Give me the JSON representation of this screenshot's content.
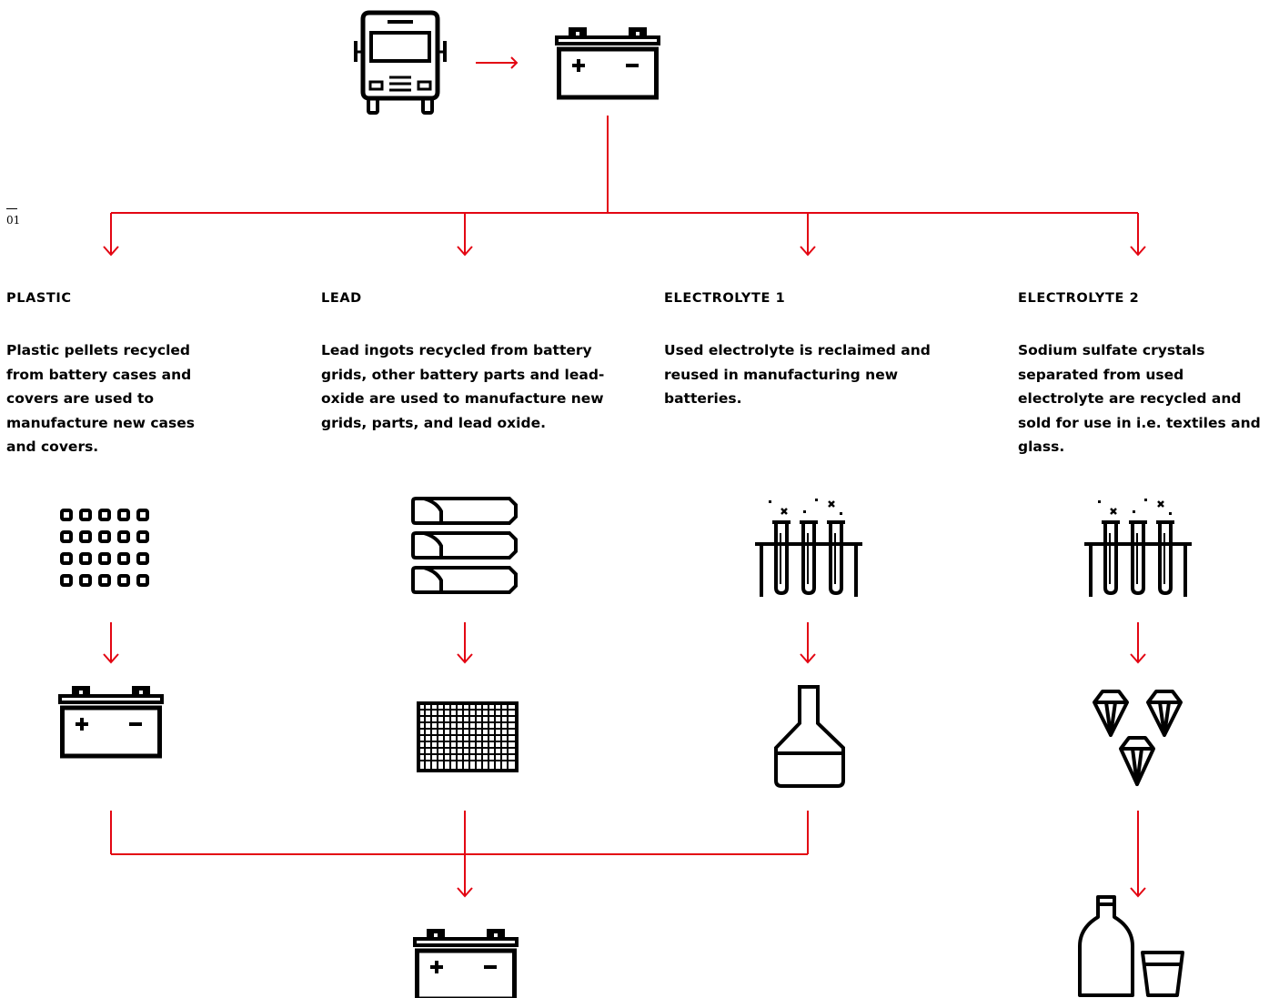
{
  "figure_marker": "01",
  "columns": [
    {
      "title": "PLASTIC",
      "description": "Plastic pellets recycled from battery cases and covers are used to manufacture new cases and covers."
    },
    {
      "title": "LEAD",
      "description": "Lead ingots recycled from battery grids, other battery parts and lead-oxide are used to manufacture new grids, parts, and lead oxide."
    },
    {
      "title": "ELECTROLYTE 1",
      "description": "Used electrolyte is reclaimed and reused in manufacturing new batteries."
    },
    {
      "title": "ELECTROLYTE 2",
      "description": "Sodium sulfate crystals separated from used electrolyte are recycled and sold for use in i.e. textiles and glass."
    }
  ],
  "icons": {
    "source_vehicle": "bus-icon",
    "source_battery": "battery-icon",
    "plastic_input": "plastic-pellets-icon",
    "plastic_output": "battery-icon",
    "lead_input": "lead-ingots-icon",
    "lead_output": "battery-grid-icon",
    "electrolyte1_input": "test-tubes-icon",
    "electrolyte1_output": "flask-icon",
    "electrolyte2_input": "test-tubes-icon",
    "electrolyte2_output": "crystals-icon",
    "electrolyte2_final": "bottle-and-glass-icon",
    "final_product": "new-battery-icon"
  },
  "colors": {
    "arrow": "#e30613",
    "icon": "#000000",
    "background": "#ffffff"
  }
}
